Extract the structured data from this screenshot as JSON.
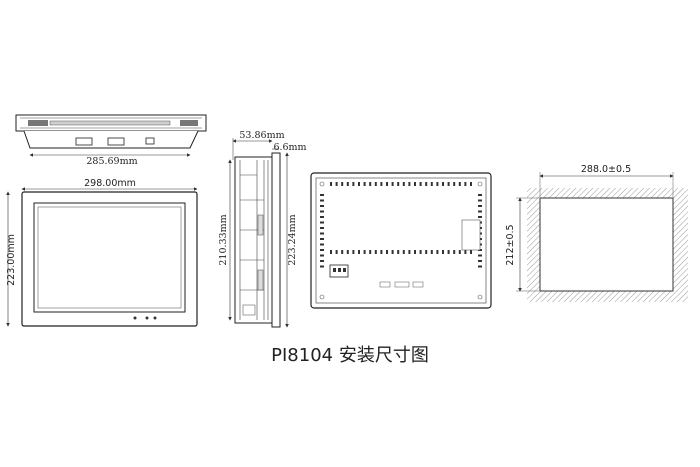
{
  "caption": "PI8104 安装尺寸图",
  "dimensions": {
    "top_view_width": "285.69mm",
    "front_width": "298.00mm",
    "front_height": "223.00mm",
    "side_depth": "53.86mm",
    "side_bezel": "6.6mm",
    "side_inner_height": "210.33mm",
    "side_outer_height": "223.24mm",
    "cutout_width": "288.0±0.5",
    "cutout_height": "212±0.5"
  }
}
